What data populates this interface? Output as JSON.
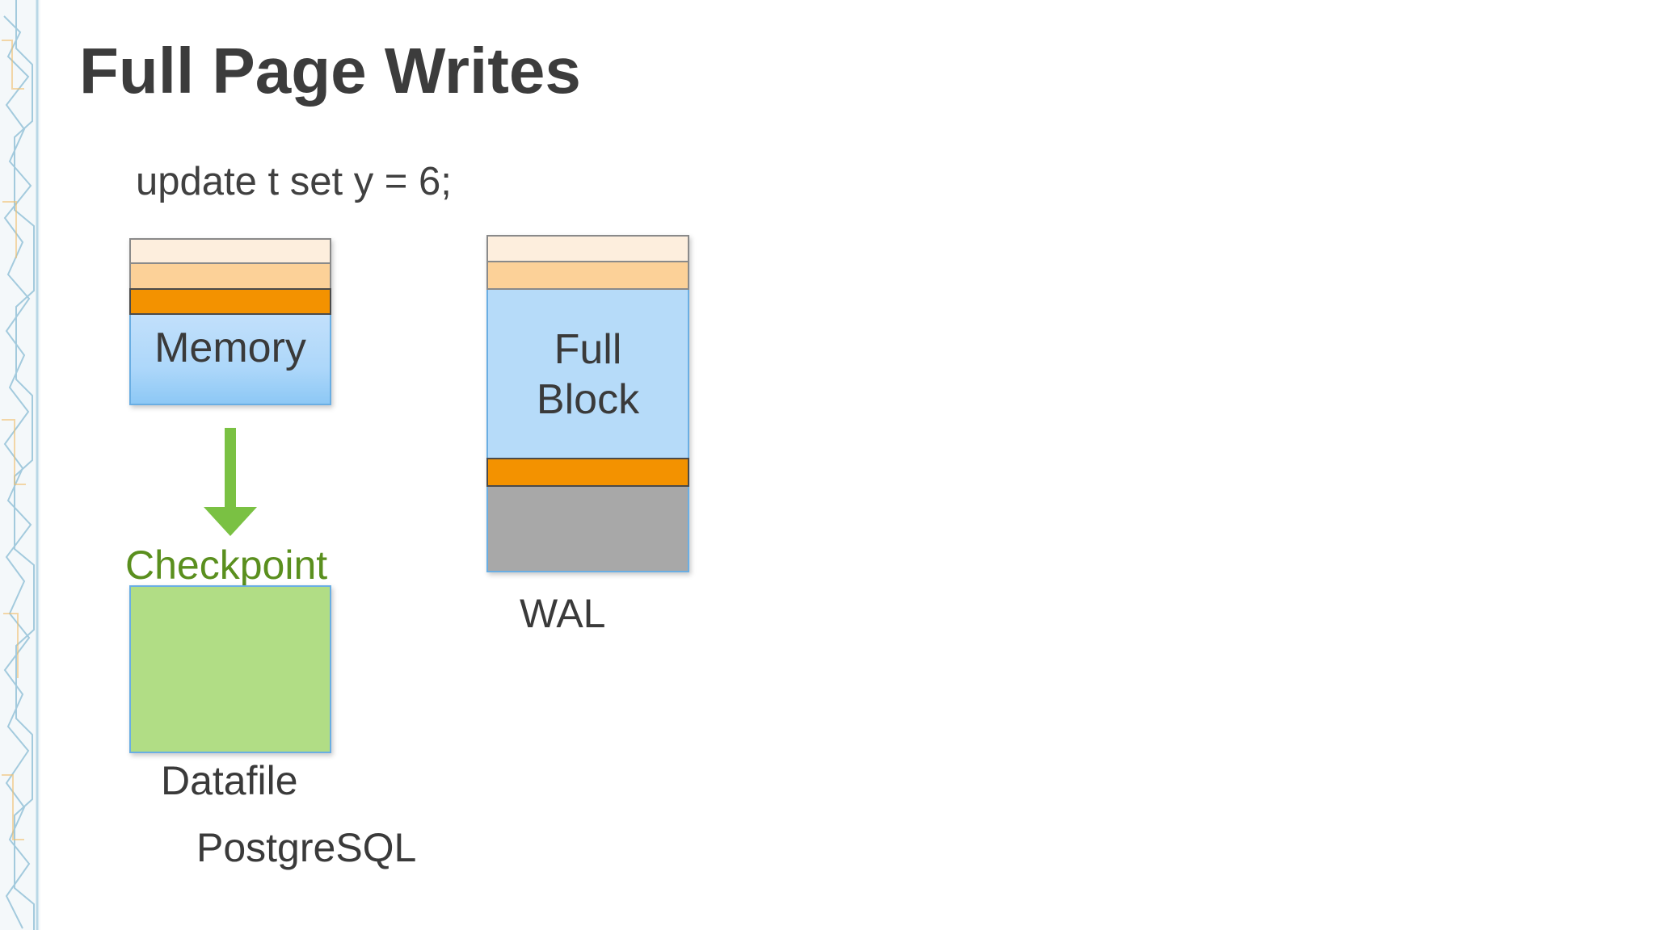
{
  "slide": {
    "title": "Full Page Writes",
    "sql_statement": "update t set y = 6;"
  },
  "memory": {
    "label": "Memory"
  },
  "checkpoint": {
    "label": "Checkpoint"
  },
  "datafile": {
    "label": "Datafile"
  },
  "engine": {
    "label": "PostgreSQL"
  },
  "wal": {
    "block_line1": "Full",
    "block_line2": "Block",
    "label": "WAL"
  },
  "colors": {
    "light_peach": "#fdeedd",
    "peach": "#fcd198",
    "orange": "#f39200",
    "light_blue": "#b6dbf9",
    "gray": "#a8a8a8",
    "green_box": "#b1dd85",
    "green_arrow": "#7ac143",
    "checkpoint_text": "#5a8f1e"
  }
}
